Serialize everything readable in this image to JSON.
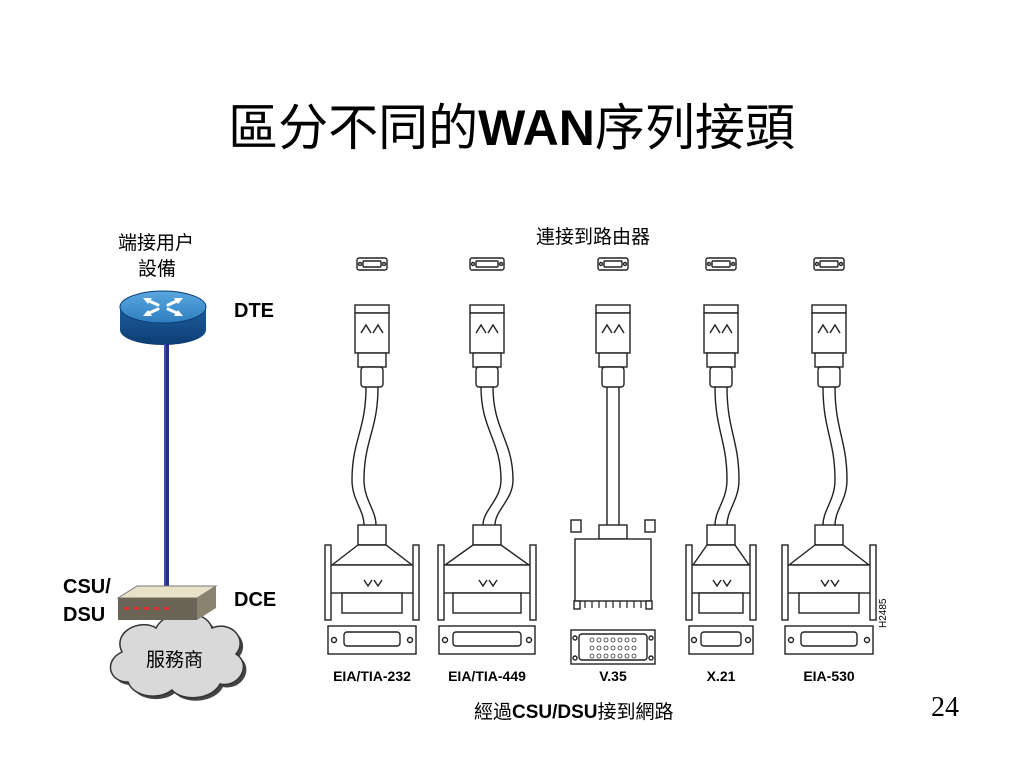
{
  "title": {
    "prefix": "區分不同的",
    "wan": "WAN",
    "suffix": "序列接頭"
  },
  "labels": {
    "end_device_line1": "端接用户",
    "end_device_line2": "設備",
    "dte": "DTE",
    "dce": "DCE",
    "csu_dsu_line1": "CSU/",
    "csu_dsu_line2": "DSU",
    "service_provider": "服務商",
    "router_connect": "連接到路由器",
    "via_prefix": "經過",
    "via_bold": "CSU/DSU",
    "via_suffix": "接到網路"
  },
  "cables": [
    {
      "name": "EIA/TIA-232"
    },
    {
      "name": "EIA/TIA-449"
    },
    {
      "name": "V.35"
    },
    {
      "name": "X.21"
    },
    {
      "name": "EIA-530"
    }
  ],
  "figure_code": "H2485",
  "page_number": "24",
  "colors": {
    "router_blue": "#2e7fc0",
    "router_dark": "#0d3c73",
    "link_line": "#1f2f8a",
    "cloud_fill": "#d9d9d9",
    "csu_led": "#e03030"
  }
}
